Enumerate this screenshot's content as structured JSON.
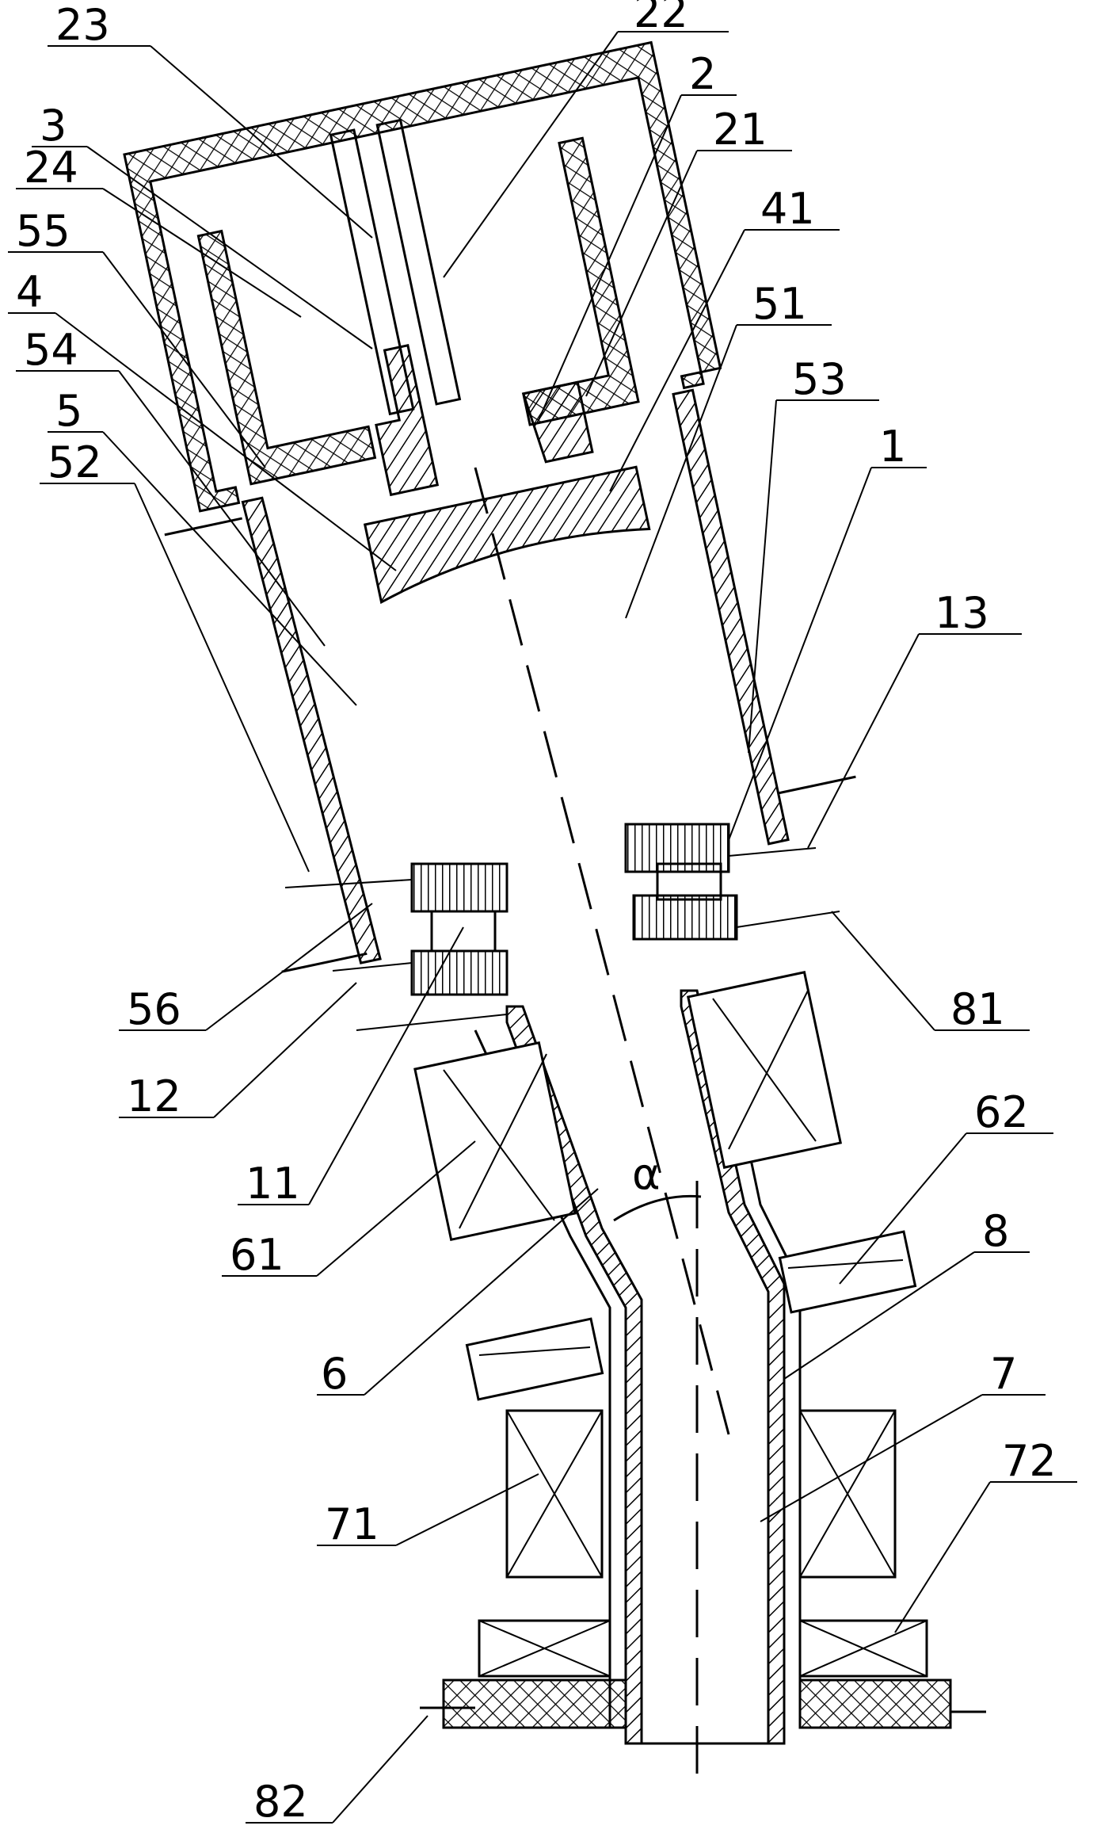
{
  "labels": [
    "23",
    "22",
    "2",
    "3",
    "21",
    "24",
    "41",
    "55",
    "4",
    "51",
    "54",
    "53",
    "5",
    "1",
    "52",
    "13",
    "56",
    "81",
    "12",
    "62",
    "11",
    "8",
    "61",
    "7",
    "6",
    "72",
    "71",
    "82"
  ],
  "angle_symbol": "α"
}
